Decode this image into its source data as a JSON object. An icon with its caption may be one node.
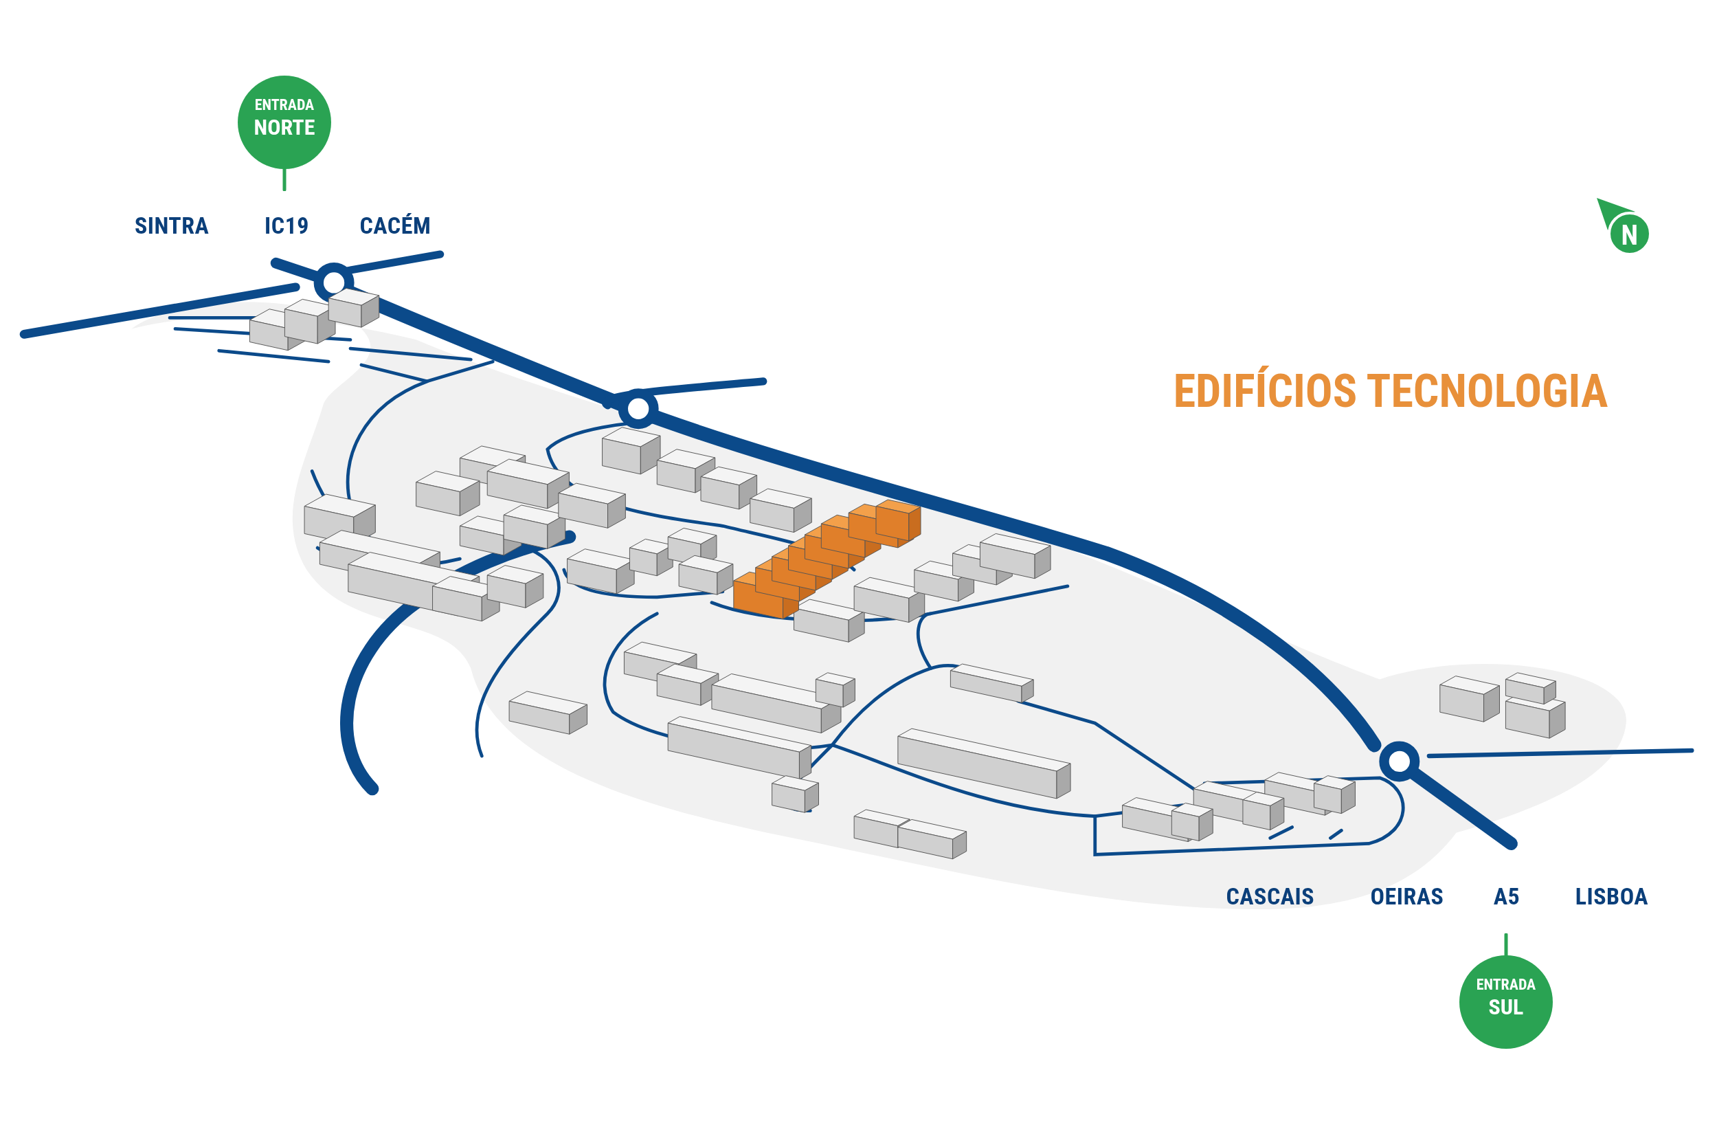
{
  "diagram": {
    "title": "EDIFÍCIOS TECNOLOGIA",
    "nodes": [
      {
        "text": [
          "ENTRADA",
          "NORTE"
        ]
      },
      {
        "text": [
          "ENTRADA",
          "SUL"
        ]
      }
    ],
    "edges": [],
    "labels": [
      "SINTRA",
      "IC19",
      "CACÉM",
      "N",
      "CASCAIS",
      "OEIRAS",
      "A5",
      "LISBOA"
    ]
  }
}
